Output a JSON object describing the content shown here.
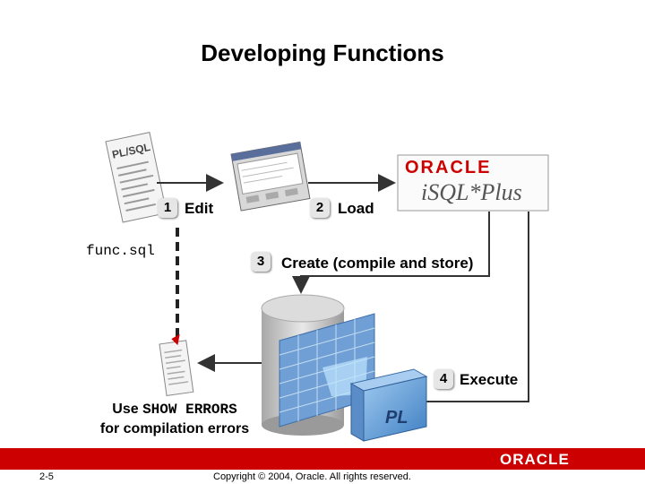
{
  "title": "Developing Functions",
  "steps": {
    "edit": {
      "number": "1",
      "label": "Edit"
    },
    "load": {
      "number": "2",
      "label": "Load"
    },
    "create": {
      "number": "3",
      "label": "Create (compile and store)"
    },
    "execute": {
      "number": "4",
      "label": "Execute"
    }
  },
  "file": {
    "name": "func.sql",
    "doc_label": "PL/SQL"
  },
  "tool": {
    "brand": "ORACLE",
    "product": "iSQL*Plus"
  },
  "errors": {
    "prefix": "Use ",
    "command": "SHOW ERRORS",
    "suffix": "for compilation errors"
  },
  "db_label": "PL",
  "footer": {
    "page": "2-5",
    "copyright": "Copyright © 2004, Oracle.  All rights reserved.",
    "brand": "ORACLE"
  },
  "colors": {
    "footer_red": "#cc0000",
    "arrow": "#333333"
  },
  "icons": [
    "plsql-document-icon",
    "sql-window-icon",
    "isqlplus-logo",
    "database-cylinder-icon",
    "pl-block-icon",
    "error-report-icon"
  ]
}
